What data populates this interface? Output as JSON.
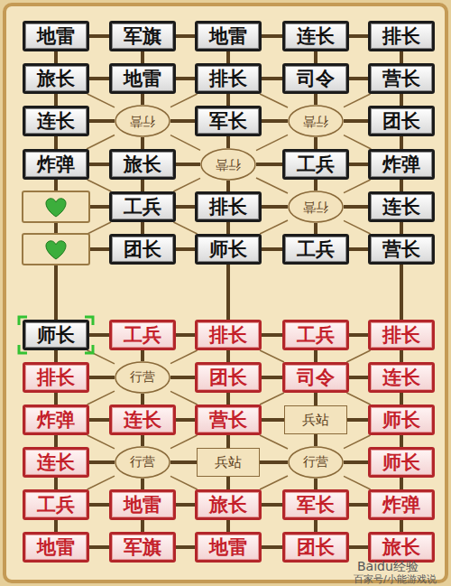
{
  "diagram": {
    "nodes": [
      {
        "text": [
          "地雷"
        ]
      },
      {
        "text": [
          "军旗"
        ]
      },
      {
        "text": [
          "地雷"
        ]
      },
      {
        "text": [
          "连长"
        ]
      },
      {
        "text": [
          "排长"
        ]
      },
      {
        "text": [
          "旅长"
        ]
      },
      {
        "text": [
          "地雷"
        ]
      },
      {
        "text": [
          "排长"
        ]
      },
      {
        "text": [
          "司令"
        ]
      },
      {
        "text": [
          "营长"
        ]
      },
      {
        "text": [
          "连长"
        ]
      },
      {
        "text": [
          "行营"
        ]
      },
      {
        "text": [
          "军长"
        ]
      },
      {
        "text": [
          "行营"
        ]
      },
      {
        "text": [
          "团长"
        ]
      },
      {
        "text": [
          "炸弹"
        ]
      },
      {
        "text": [
          "旅长"
        ]
      },
      {
        "text": [
          "行营"
        ]
      },
      {
        "text": [
          "工兵"
        ]
      },
      {
        "text": [
          "炸弹"
        ]
      },
      {
        "text": [
          "工兵"
        ]
      },
      {
        "text": [
          "排长"
        ]
      },
      {
        "text": [
          "行营"
        ]
      },
      {
        "text": [
          "连长"
        ]
      },
      {
        "text": [
          "团长"
        ]
      },
      {
        "text": [
          "师长"
        ]
      },
      {
        "text": [
          "工兵"
        ]
      },
      {
        "text": [
          "营长"
        ]
      },
      {
        "text": [
          "师长"
        ]
      },
      {
        "text": [
          "工兵"
        ]
      },
      {
        "text": [
          "排长"
        ]
      },
      {
        "text": [
          "工兵"
        ]
      },
      {
        "text": [
          "排长"
        ]
      },
      {
        "text": [
          "排长"
        ]
      },
      {
        "text": [
          "行营"
        ]
      },
      {
        "text": [
          "团长"
        ]
      },
      {
        "text": [
          "司令"
        ]
      },
      {
        "text": [
          "连长"
        ]
      },
      {
        "text": [
          "炸弹"
        ]
      },
      {
        "text": [
          "连长"
        ]
      },
      {
        "text": [
          "营长"
        ]
      },
      {
        "text": [
          "兵站"
        ]
      },
      {
        "text": [
          "师长"
        ]
      },
      {
        "text": [
          "连长"
        ]
      },
      {
        "text": [
          "行营"
        ]
      },
      {
        "text": [
          "兵站"
        ]
      },
      {
        "text": [
          "行营"
        ]
      },
      {
        "text": [
          "师长"
        ]
      },
      {
        "text": [
          "工兵"
        ]
      },
      {
        "text": [
          "地雷"
        ]
      },
      {
        "text": [
          "旅长"
        ]
      },
      {
        "text": [
          "军长"
        ]
      },
      {
        "text": [
          "炸弹"
        ]
      },
      {
        "text": [
          "地雷"
        ]
      },
      {
        "text": [
          "军旗"
        ]
      },
      {
        "text": [
          "地雷"
        ]
      },
      {
        "text": [
          "团长"
        ]
      },
      {
        "text": [
          "旅长"
        ]
      }
    ],
    "edges": [
      {
        "from": 0,
        "to": 1,
        "arrow": "none"
      },
      {
        "from": 1,
        "to": 2,
        "arrow": "none"
      },
      {
        "from": 2,
        "to": 3,
        "arrow": "none"
      },
      {
        "from": 3,
        "to": 4,
        "arrow": "none"
      },
      {
        "from": 5,
        "to": 6,
        "arrow": "none"
      },
      {
        "from": 6,
        "to": 7,
        "arrow": "none"
      },
      {
        "from": 7,
        "to": 8,
        "arrow": "none"
      },
      {
        "from": 8,
        "to": 9,
        "arrow": "none"
      },
      {
        "from": 10,
        "to": 11,
        "arrow": "none"
      },
      {
        "from": 11,
        "to": 12,
        "arrow": "none"
      },
      {
        "from": 12,
        "to": 13,
        "arrow": "none"
      },
      {
        "from": 13,
        "to": 14,
        "arrow": "none"
      },
      {
        "from": 15,
        "to": 16,
        "arrow": "none"
      },
      {
        "from": 16,
        "to": 17,
        "arrow": "none"
      },
      {
        "from": 17,
        "to": 18,
        "arrow": "none"
      },
      {
        "from": 18,
        "to": 19,
        "arrow": "none"
      },
      {
        "from": 20,
        "to": 21,
        "arrow": "none"
      },
      {
        "from": 21,
        "to": 22,
        "arrow": "none"
      },
      {
        "from": 22,
        "to": 23,
        "arrow": "none"
      },
      {
        "from": 24,
        "to": 25,
        "arrow": "none"
      },
      {
        "from": 25,
        "to": 26,
        "arrow": "none"
      },
      {
        "from": 26,
        "to": 27,
        "arrow": "none"
      },
      {
        "from": 28,
        "to": 29,
        "arrow": "none"
      },
      {
        "from": 29,
        "to": 30,
        "arrow": "none"
      },
      {
        "from": 30,
        "to": 31,
        "arrow": "none"
      },
      {
        "from": 31,
        "to": 32,
        "arrow": "none"
      },
      {
        "from": 33,
        "to": 34,
        "arrow": "none"
      },
      {
        "from": 34,
        "to": 35,
        "arrow": "none"
      },
      {
        "from": 35,
        "to": 36,
        "arrow": "none"
      },
      {
        "from": 36,
        "to": 37,
        "arrow": "none"
      },
      {
        "from": 38,
        "to": 39,
        "arrow": "none"
      },
      {
        "from": 39,
        "to": 40,
        "arrow": "none"
      },
      {
        "from": 40,
        "to": 41,
        "arrow": "none"
      },
      {
        "from": 41,
        "to": 42,
        "arrow": "none"
      },
      {
        "from": 43,
        "to": 44,
        "arrow": "none"
      },
      {
        "from": 44,
        "to": 45,
        "arrow": "none"
      },
      {
        "from": 45,
        "to": 46,
        "arrow": "none"
      },
      {
        "from": 46,
        "to": 47,
        "arrow": "none"
      },
      {
        "from": 48,
        "to": 49,
        "arrow": "none"
      },
      {
        "from": 49,
        "to": 50,
        "arrow": "none"
      },
      {
        "from": 50,
        "to": 51,
        "arrow": "none"
      },
      {
        "from": 51,
        "to": 52,
        "arrow": "none"
      },
      {
        "from": 53,
        "to": 54,
        "arrow": "none"
      },
      {
        "from": 54,
        "to": 55,
        "arrow": "none"
      },
      {
        "from": 55,
        "to": 56,
        "arrow": "none"
      },
      {
        "from": 56,
        "to": 57,
        "arrow": "none"
      },
      {
        "from": 0,
        "to": 5,
        "arrow": "none"
      },
      {
        "from": 1,
        "to": 6,
        "arrow": "none"
      },
      {
        "from": 2,
        "to": 7,
        "arrow": "none"
      },
      {
        "from": 3,
        "to": 8,
        "arrow": "none"
      },
      {
        "from": 4,
        "to": 9,
        "arrow": "none"
      },
      {
        "from": 5,
        "to": 10,
        "arrow": "none"
      },
      {
        "from": 6,
        "to": 11,
        "arrow": "none"
      },
      {
        "from": 7,
        "to": 12,
        "arrow": "none"
      },
      {
        "from": 8,
        "to": 13,
        "arrow": "none"
      },
      {
        "from": 9,
        "to": 14,
        "arrow": "none"
      },
      {
        "from": 10,
        "to": 15,
        "arrow": "none"
      },
      {
        "from": 11,
        "to": 16,
        "arrow": "none"
      },
      {
        "from": 12,
        "to": 17,
        "arrow": "none"
      },
      {
        "from": 13,
        "to": 18,
        "arrow": "none"
      },
      {
        "from": 14,
        "to": 19,
        "arrow": "none"
      },
      {
        "from": 16,
        "to": 20,
        "arrow": "none"
      },
      {
        "from": 17,
        "to": 21,
        "arrow": "none"
      },
      {
        "from": 18,
        "to": 22,
        "arrow": "none"
      },
      {
        "from": 19,
        "to": 23,
        "arrow": "none"
      },
      {
        "from": 20,
        "to": 24,
        "arrow": "none"
      },
      {
        "from": 21,
        "to": 25,
        "arrow": "none"
      },
      {
        "from": 22,
        "to": 26,
        "arrow": "none"
      },
      {
        "from": 23,
        "to": 27,
        "arrow": "none"
      },
      {
        "from": 25,
        "to": 30,
        "arrow": "none"
      },
      {
        "from": 27,
        "to": 32,
        "arrow": "none"
      },
      {
        "from": 28,
        "to": 33,
        "arrow": "none"
      },
      {
        "from": 29,
        "to": 34,
        "arrow": "none"
      },
      {
        "from": 30,
        "to": 35,
        "arrow": "none"
      },
      {
        "from": 31,
        "to": 36,
        "arrow": "none"
      },
      {
        "from": 32,
        "to": 37,
        "arrow": "none"
      },
      {
        "from": 33,
        "to": 38,
        "arrow": "none"
      },
      {
        "from": 34,
        "to": 39,
        "arrow": "none"
      },
      {
        "from": 35,
        "to": 40,
        "arrow": "none"
      },
      {
        "from": 36,
        "to": 41,
        "arrow": "none"
      },
      {
        "from": 37,
        "to": 42,
        "arrow": "none"
      },
      {
        "from": 38,
        "to": 43,
        "arrow": "none"
      },
      {
        "from": 39,
        "to": 44,
        "arrow": "none"
      },
      {
        "from": 40,
        "to": 45,
        "arrow": "none"
      },
      {
        "from": 41,
        "to": 46,
        "arrow": "none"
      },
      {
        "from": 42,
        "to": 47,
        "arrow": "none"
      },
      {
        "from": 43,
        "to": 48,
        "arrow": "none"
      },
      {
        "from": 44,
        "to": 49,
        "arrow": "none"
      },
      {
        "from": 45,
        "to": 50,
        "arrow": "none"
      },
      {
        "from": 46,
        "to": 51,
        "arrow": "none"
      },
      {
        "from": 47,
        "to": 52,
        "arrow": "none"
      },
      {
        "from": 48,
        "to": 53,
        "arrow": "none"
      },
      {
        "from": 49,
        "to": 54,
        "arrow": "none"
      },
      {
        "from": 50,
        "to": 55,
        "arrow": "none"
      },
      {
        "from": 51,
        "to": 56,
        "arrow": "none"
      },
      {
        "from": 52,
        "to": 57,
        "arrow": "none"
      },
      {
        "from": 5,
        "to": 11,
        "arrow": "none"
      },
      {
        "from": 7,
        "to": 11,
        "arrow": "none"
      },
      {
        "from": 11,
        "to": 15,
        "arrow": "none"
      },
      {
        "from": 11,
        "to": 17,
        "arrow": "none"
      },
      {
        "from": 7,
        "to": 13,
        "arrow": "none"
      },
      {
        "from": 9,
        "to": 13,
        "arrow": "none"
      },
      {
        "from": 13,
        "to": 17,
        "arrow": "none"
      },
      {
        "from": 13,
        "to": 19,
        "arrow": "none"
      },
      {
        "from": 17,
        "to": 20,
        "arrow": "none"
      },
      {
        "from": 17,
        "to": 22,
        "arrow": "none"
      },
      {
        "from": 15,
        "to": 20,
        "arrow": "none"
      },
      {
        "from": 20,
        "to": 25,
        "arrow": "none"
      },
      {
        "from": 19,
        "to": 22,
        "arrow": "none"
      },
      {
        "from": 22,
        "to": 25,
        "arrow": "none"
      },
      {
        "from": 22,
        "to": 27,
        "arrow": "none"
      },
      {
        "from": 28,
        "to": 34,
        "arrow": "none"
      },
      {
        "from": 30,
        "to": 34,
        "arrow": "none"
      },
      {
        "from": 34,
        "to": 38,
        "arrow": "none"
      },
      {
        "from": 34,
        "to": 40,
        "arrow": "none"
      },
      {
        "from": 30,
        "to": 36,
        "arrow": "none"
      },
      {
        "from": 32,
        "to": 36,
        "arrow": "none"
      },
      {
        "from": 36,
        "to": 40,
        "arrow": "none"
      },
      {
        "from": 36,
        "to": 42,
        "arrow": "none"
      },
      {
        "from": 40,
        "to": 44,
        "arrow": "none"
      },
      {
        "from": 40,
        "to": 46,
        "arrow": "none"
      },
      {
        "from": 38,
        "to": 44,
        "arrow": "none"
      },
      {
        "from": 44,
        "to": 48,
        "arrow": "none"
      },
      {
        "from": 44,
        "to": 50,
        "arrow": "none"
      },
      {
        "from": 42,
        "to": 46,
        "arrow": "none"
      },
      {
        "from": 46,
        "to": 50,
        "arrow": "none"
      },
      {
        "from": 46,
        "to": 52,
        "arrow": "none"
      }
    ],
    "labels": [
      "Baidu经验",
      "百家号/小能游戏说"
    ]
  }
}
